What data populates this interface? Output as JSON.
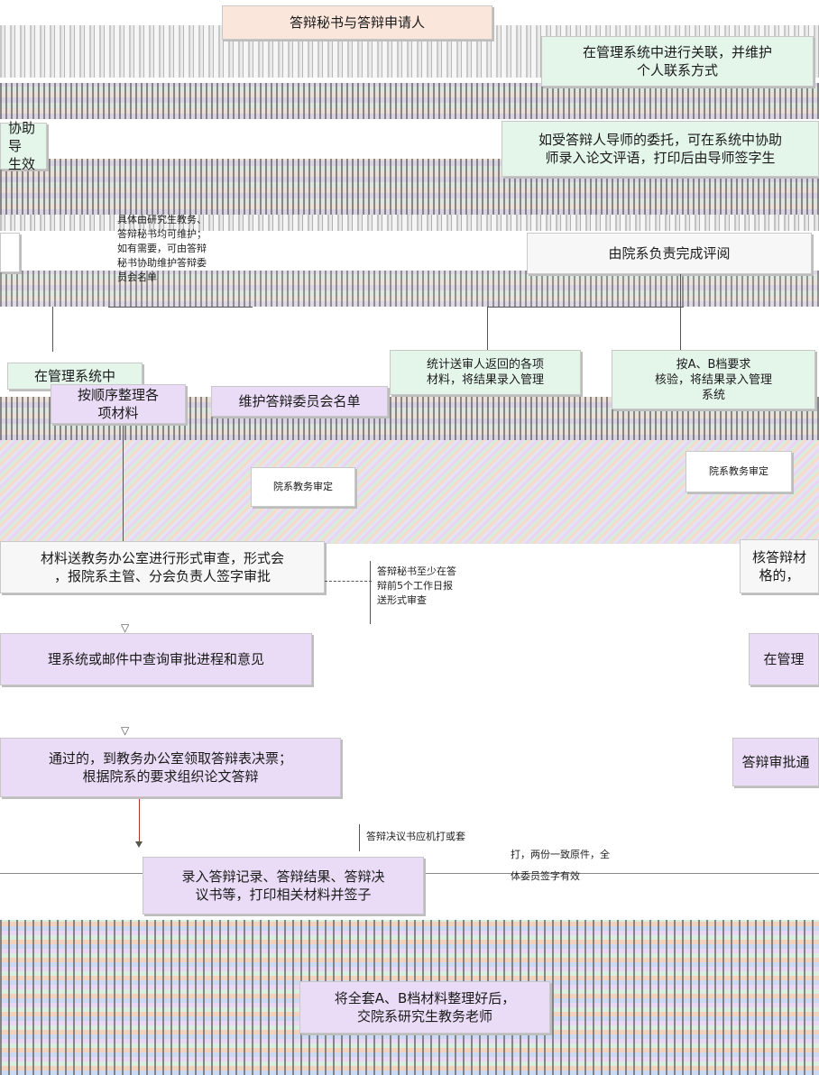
{
  "nodes": {
    "top_title": "答辩秘书与答辩申请人",
    "maintain_contact": "在管理系统中进行关联，并维护\n个人联系方式",
    "assist_advisor_left": "协助导\n生效",
    "assist_advisor_right": "如受答辩人导师的委托，可在系统中协助\n师录入论文评语，打印后由导师签字生",
    "review_by_dept": "由院系负责完成评阅",
    "in_system": "在管理系统中",
    "organize_materials": "按顺序整理各\n项材料",
    "maintain_committee": "维护答辩委员会名单",
    "return_reviews": "统计送审人返回的各项\n材料，将结果录入管理",
    "ab_requirements": "按A、B档要求\n核验，将结果录入管理\n系统",
    "dept_review_1": "院系教务审定",
    "dept_review_2": "院系教务审定",
    "send_office": "材料送教务办公室进行形式审查，形式会\n，报院系主管、分会负责人签字审批",
    "check_docs_right": "核答辩材\n格的，",
    "query_progress": "理系统或邮件中查询审批进程和意见",
    "in_mgmt_right": "在管理",
    "approved_go": "通过的，到教务办公室领取答辩表决票；\n根据院系的要求组织论文答辩",
    "approval_right": "答辩审批通",
    "record_results": "录入答辩记录、答辩结果、答辩决\n议书等，打印相关材料并签子",
    "submit_materials": "将全套A、B档材料整理好后，\n交院系研究生教务老师"
  },
  "notes": {
    "secretary_note": "具体由研究生教务、\n答辩秘书均可维护；\n如有需要，可由答辩\n秘书协助维护答辩委\n员会名单",
    "deadline_note": "答辩秘书至少在答\n辩前5个工作日报\n送形式审查",
    "print_note": "答辩决议书应机打或套",
    "print_note_2": "打，两份一致原件，全",
    "sign_note": "体委员签字有效"
  },
  "colors": {
    "box_fill": "#f7f7f7",
    "green_fill": "#e4f6ea",
    "violet_fill": "#eadcf6",
    "pink_fill": "#fbe3dc",
    "line": "#555555"
  }
}
